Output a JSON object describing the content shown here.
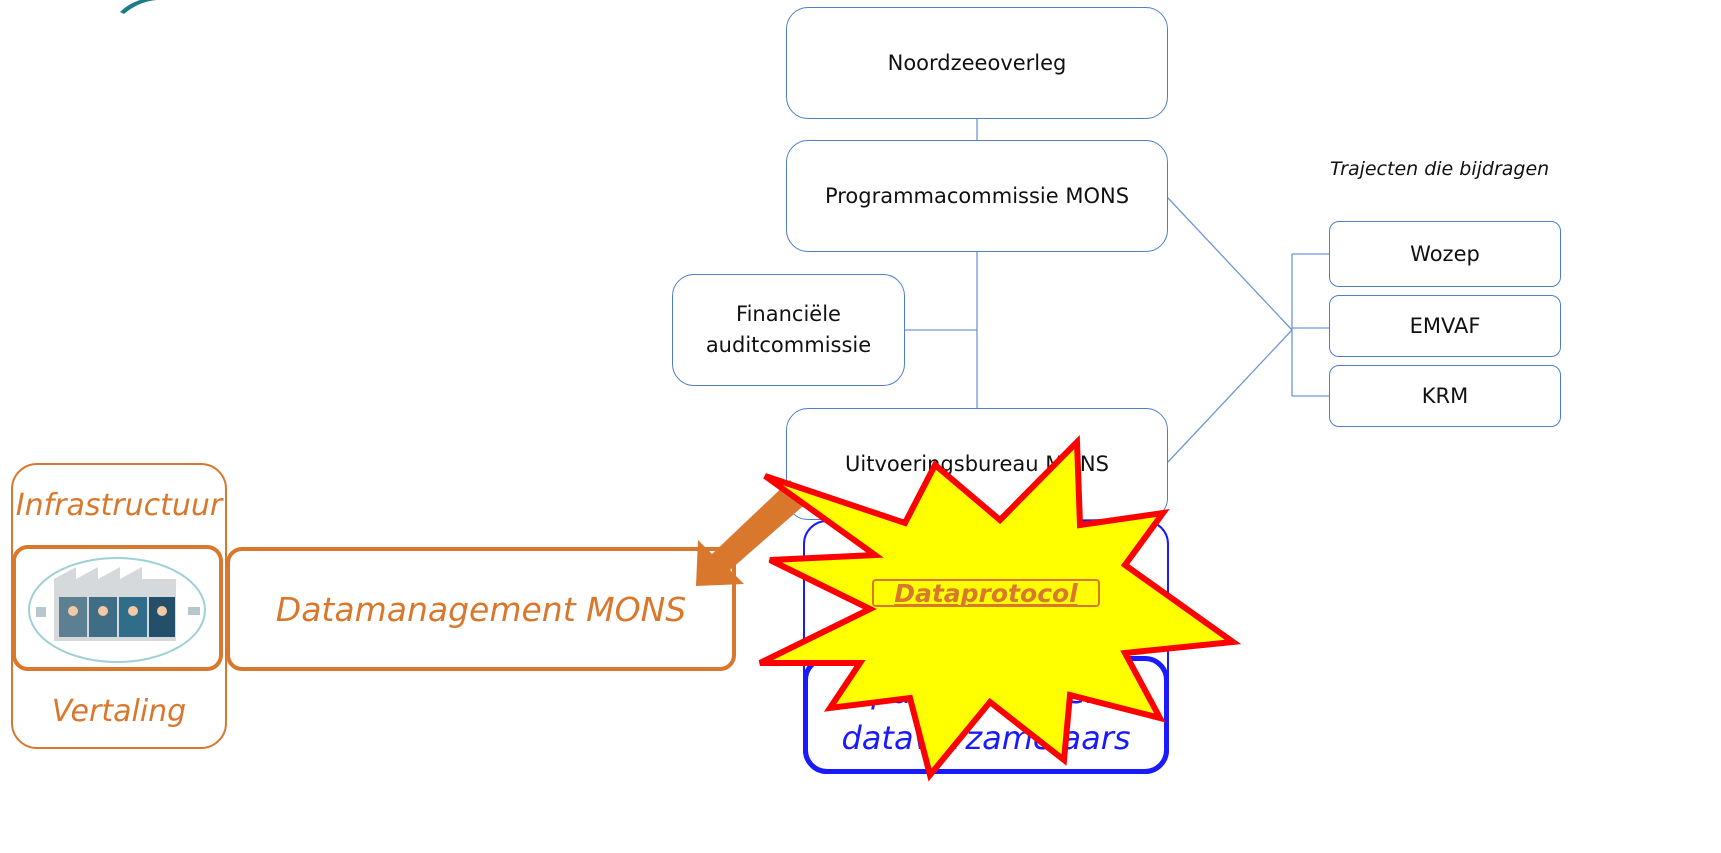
{
  "org_chart": {
    "top": "Noordzeeoverleg",
    "program": "Programmacommissie MONS",
    "audit_line1": "Financiële",
    "audit_line2": "auditcommissie",
    "execution": "Uitvoeringsbureau MONS"
  },
  "trajects": {
    "heading": "Trajecten die bijdragen",
    "items": [
      "Wozep",
      "EMVAF",
      "KRM"
    ]
  },
  "data_management": {
    "infra_label": "Infrastructuur",
    "translation_label": "Vertaling",
    "title": "Datamanagement MONS"
  },
  "contractors": {
    "line1": "Opdrachtnemers,",
    "line2": "dataverzamelaars"
  },
  "burst": {
    "label": "Dataprotocol"
  },
  "colors": {
    "org_border": "#4f7ec9",
    "orange": "#d9782d",
    "blue_text": "#1a1aff",
    "burst_fill": "#ffff00",
    "burst_stroke": "#ff0000"
  }
}
